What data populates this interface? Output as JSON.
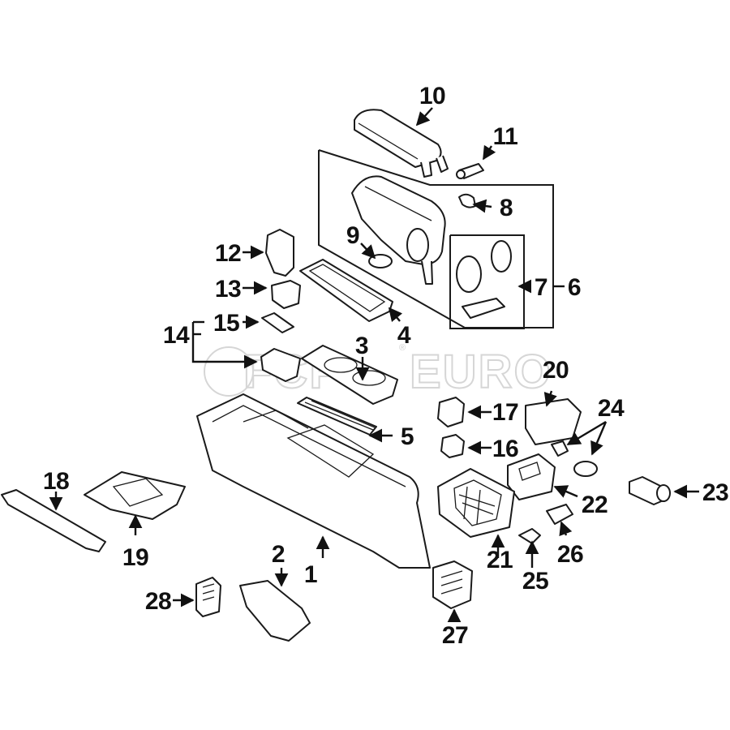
{
  "watermark": {
    "brand": "FCP",
    "text": "EURO",
    "mark": "®"
  },
  "callouts": [
    "1",
    "2",
    "3",
    "4",
    "5",
    "6",
    "7",
    "8",
    "9",
    "10",
    "11",
    "12",
    "13",
    "14",
    "15",
    "16",
    "17",
    "18",
    "19",
    "20",
    "21",
    "22",
    "23",
    "24",
    "25",
    "26",
    "27",
    "28"
  ],
  "colors": {
    "ink": "#111111",
    "watermark": "#d6d6d6",
    "background": "#ffffff"
  }
}
